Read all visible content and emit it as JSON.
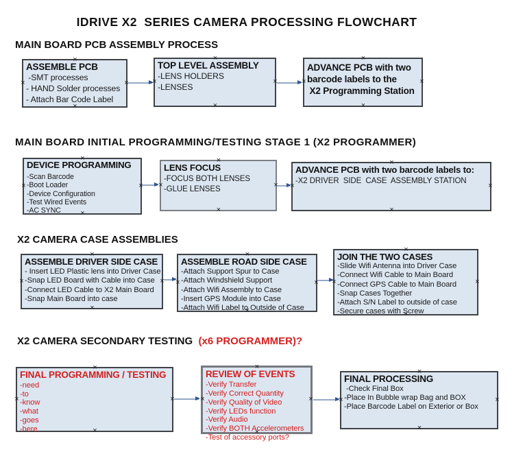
{
  "title": "IDRIVE X2  SERIES CAMERA PROCESSING FLOWCHART",
  "icons": {
    "connection_point": "×"
  },
  "colors": {
    "box_fill": "#dce6f1",
    "box_border": "#3f4246",
    "arrow_line": "#93a9c7",
    "arrow_head": "#31548f",
    "red_text": "#d31f1f"
  },
  "sections": [
    {
      "heading": "MAIN BOARD PCB ASSEMBLY PROCESS",
      "boxes": [
        {
          "title": "ASSEMBLE PCB",
          "items": [
            " -SMT processes",
            "- HAND Solder processes",
            "- Attach Bar Code Label"
          ]
        },
        {
          "title": "TOP LEVEL ASSEMBLY",
          "items": [
            "-LENS HOLDERS",
            "-LENSES"
          ]
        },
        {
          "title": "ADVANCE PCB with two\nbarcode labels to the\n X2 Programming Station",
          "items": []
        }
      ]
    },
    {
      "heading": "MAIN BOARD INITIAL PROGRAMMING/TESTING STAGE 1 (X2 PROGRAMMER)",
      "boxes": [
        {
          "title": "DEVICE PROGRAMMING",
          "items": [
            "-Scan Barcode",
            "-Boot Loader",
            "-Device Configuration",
            "-Test Wired Events",
            "-AC SYNC"
          ]
        },
        {
          "title": "LENS FOCUS",
          "items": [
            "-FOCUS BOTH LENSES",
            "-GLUE LENSES"
          ]
        },
        {
          "title": "ADVANCE PCB with two barcode labels to:",
          "items": [
            "-X2 DRIVER  SIDE  CASE  ASSEMBLY STATION"
          ]
        }
      ]
    },
    {
      "heading": "X2 CAMERA CASE ASSEMBLIES",
      "boxes": [
        {
          "title": "ASSEMBLE DRIVER SIDE CASE",
          "items": [
            "- Insert LED Plastic lens into Driver Case",
            "-Snap LED Board with Cable into Case",
            "-Connect LED Cable to X2 Main Board",
            "-Snap Main Board into case"
          ]
        },
        {
          "title": "ASSEMBLE ROAD SIDE CASE",
          "items": [
            "-Attach Support Spur to Case",
            "-Attach Windshield Support",
            "-Attach Wifi Assembly to Case",
            "-Insert GPS Module into Case",
            "-Attach Wifi Label to Outside of Case"
          ]
        },
        {
          "title": "JOIN THE TWO CASES",
          "items": [
            "-Slide Wifi Antenna into Driver Case",
            "-Connect Wifi Cable to Main Board",
            "-Connect GPS Cable to Main Board",
            "-Snap Cases Together",
            "-Attach S/N Label to outside of case",
            "-Secure cases with Screw"
          ]
        }
      ]
    },
    {
      "heading": "X2 CAMERA SECONDARY TESTING ",
      "heading_red": " (x6 PROGRAMMER)?",
      "boxes": [
        {
          "title": "FINAL PROGRAMMING / TESTING",
          "items": [
            "-need",
            "-to",
            "-know",
            "-what",
            "-goes",
            "-here"
          ]
        },
        {
          "title": "REVIEW OF EVENTS",
          "items": [
            "-Verify Transfer",
            "-Verify Correct Quantity",
            "-Verify Quality of Video",
            "-Verify LEDs function",
            "-Verify Audio",
            "-Verify BOTH Accelerometers",
            "-Test of accessory ports?"
          ]
        },
        {
          "title": "FINAL PROCESSING",
          "items": [
            " -Check Final Box",
            "-Place In Bubble wrap Bag and BOX",
            "-Place Barcode Label on Exterior or Box"
          ]
        }
      ]
    }
  ]
}
